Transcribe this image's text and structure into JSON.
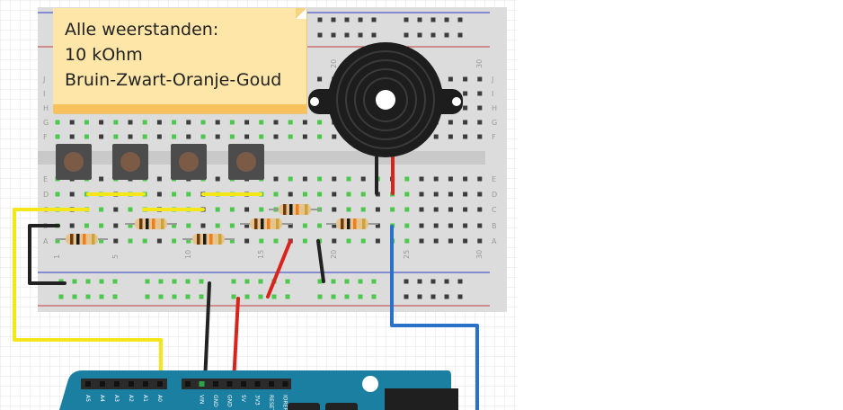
{
  "note": {
    "lines": [
      "Alle weerstanden:",
      "10 kOhm",
      "Bruin-Zwart-Oranje-Goud"
    ]
  },
  "breadboard": {
    "row_letters_top": [
      "J",
      "I",
      "H",
      "G",
      "F"
    ],
    "row_letters_bottom": [
      "E",
      "D",
      "C",
      "B",
      "A"
    ],
    "column_numbers": [
      "1",
      "5",
      "10",
      "15",
      "20",
      "25",
      "30"
    ]
  },
  "arduino": {
    "analog_pins": [
      "A5",
      "A4",
      "A3",
      "A2",
      "A1",
      "A0"
    ],
    "power_pins": [
      "VIN",
      "GND",
      "GND",
      "5V",
      "3V3",
      "RESET",
      "IOREF"
    ]
  },
  "colors": {
    "board": "#dcdcdc",
    "wire_yellow": "#f3e71a",
    "wire_black": "#222222",
    "wire_red": "#d8241c",
    "wire_blue": "#2a72c9",
    "arduino": "#1a7fa0",
    "note": "#fde6a8"
  }
}
